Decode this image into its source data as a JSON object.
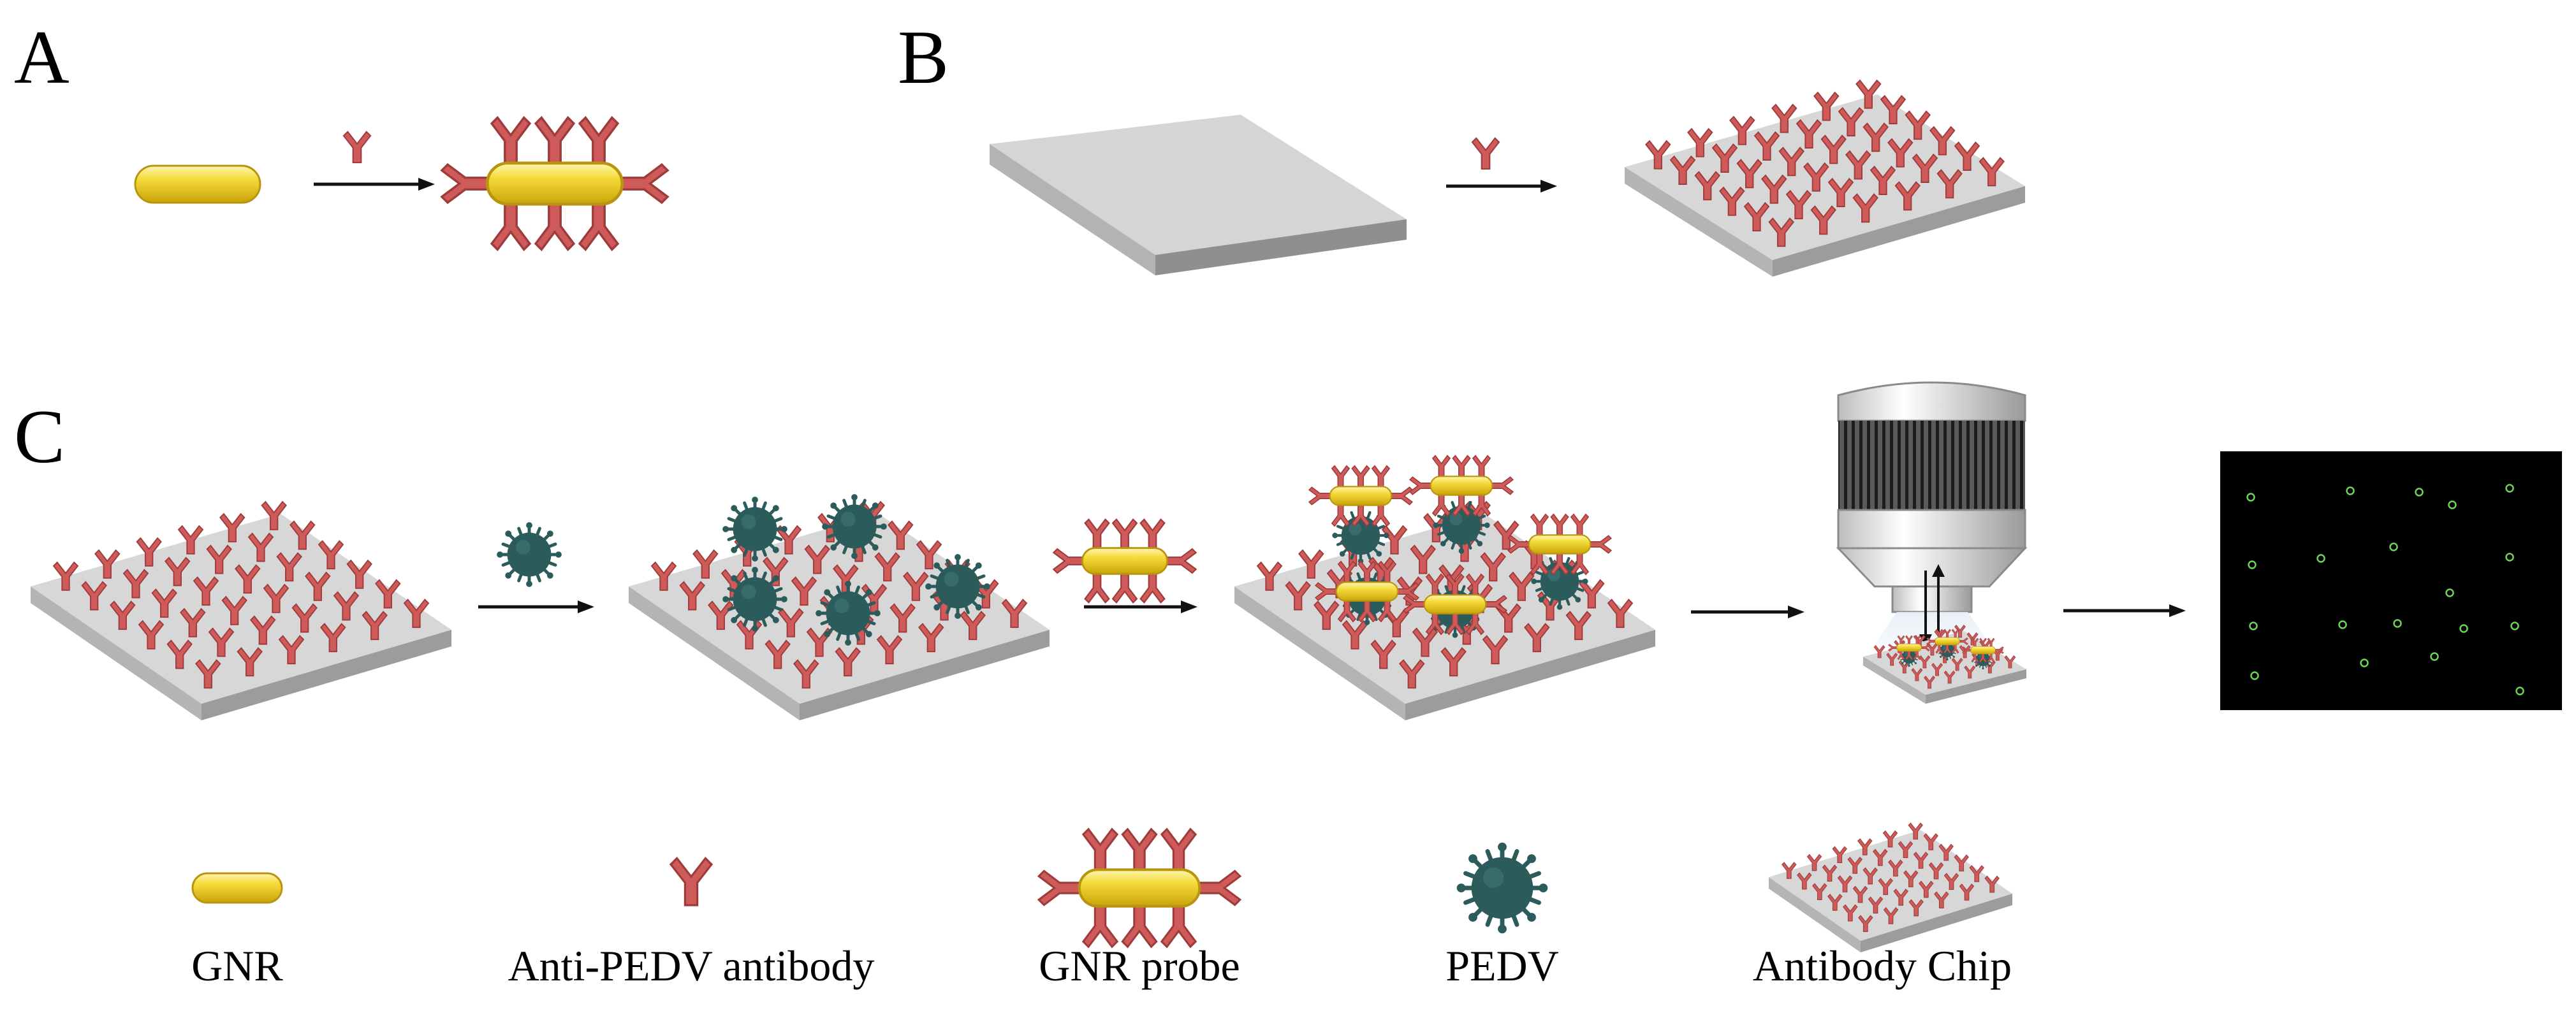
{
  "panels": {
    "a": "A",
    "b": "B",
    "c": "C"
  },
  "legend": {
    "gnr": "GNR",
    "antibody": "Anti-PEDV antibody",
    "probe": "GNR probe",
    "pedv": "PEDV",
    "chip": "Antibody Chip"
  },
  "colors": {
    "gold": "#f2d21f",
    "antibody": "#cf5a5a",
    "virus": "#2c5b5c",
    "chip_top": "#d7d7d7",
    "chip_side": "#9c9c9c",
    "screen_bg": "#000000",
    "spot": "#6fd35a"
  }
}
